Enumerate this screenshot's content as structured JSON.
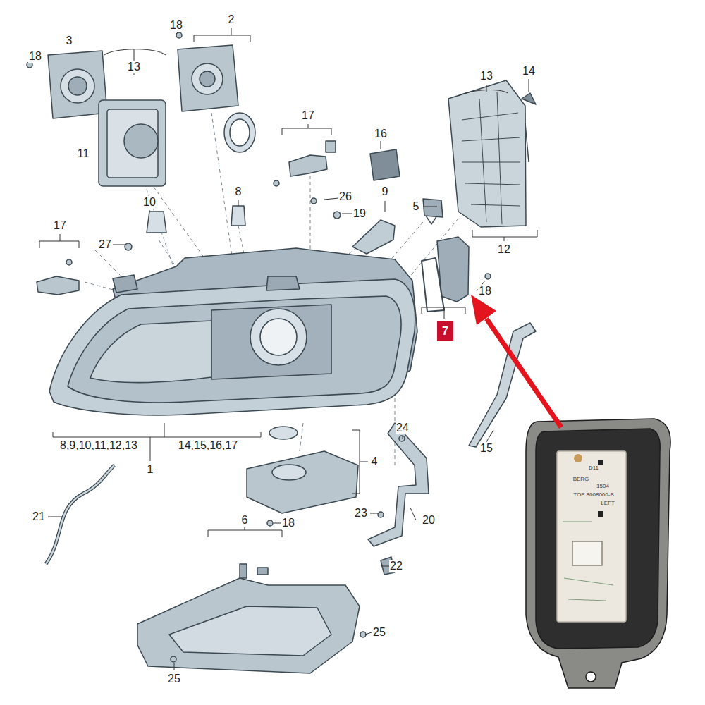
{
  "diagram": {
    "nodes": [
      {
        "text": [
          "7"
        ]
      }
    ],
    "labels": [
      "18",
      "3",
      "2",
      "18",
      "13",
      "11",
      "17",
      "16",
      "13",
      "14",
      "26",
      "8",
      "9",
      "19",
      "5",
      "10",
      "12",
      "17",
      "27",
      "18",
      "8,9,10,11,12,13",
      "14,15,16,17",
      "1",
      "15",
      "24",
      "4",
      "21",
      "23",
      "20",
      "18",
      "6",
      "22",
      "25",
      "25",
      "D11",
      "BERG",
      "1504",
      "TOP 8008066-B",
      "LEFT"
    ]
  }
}
